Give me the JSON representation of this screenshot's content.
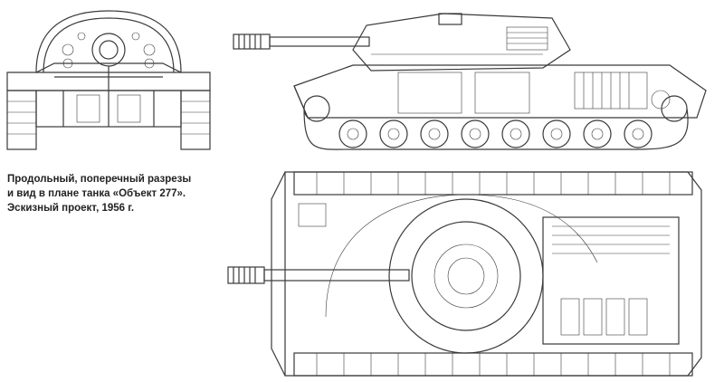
{
  "caption": {
    "line1": "Продольный, поперечный разрезы",
    "line2": "и вид в плане танка «Объект 277».",
    "line3": "Эскизный проект, 1956 г."
  },
  "drawings": {
    "front_cross_section": "front-cross-section",
    "side_longitudinal_section": "side-longitudinal-section",
    "plan_view": "plan-view"
  },
  "colors": {
    "line": "#3a3a3a",
    "background": "#ffffff"
  }
}
